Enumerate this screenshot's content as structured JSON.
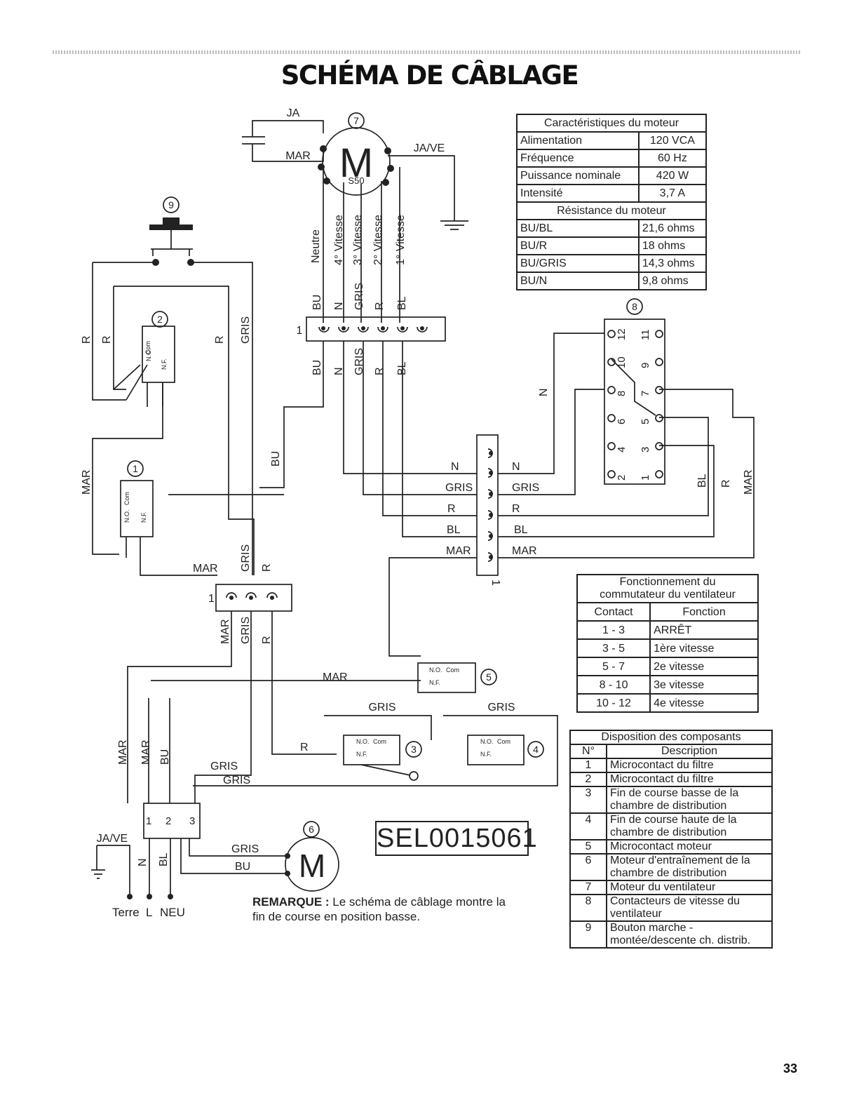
{
  "title": "SCHÉMA DE CÂBLAGE",
  "motor_specs": {
    "header": "Caractéristiques du moteur",
    "rows": [
      {
        "label": "Alimentation",
        "value": "120 VCA"
      },
      {
        "label": "Fréquence",
        "value": "60 Hz"
      },
      {
        "label": "Puissance nominale",
        "value": "420 W"
      },
      {
        "label": "Intensité",
        "value": "3,7 A"
      }
    ],
    "resistance_header": "Résistance du moteur",
    "resistance_rows": [
      {
        "label": "BU/BL",
        "value": "21,6 ohms"
      },
      {
        "label": "BU/R",
        "value": "18 ohms"
      },
      {
        "label": "BU/GRIS",
        "value": "14,3 ohms"
      },
      {
        "label": "BU/N",
        "value": "9,8 ohms"
      }
    ]
  },
  "switch_table": {
    "header_line1": "Fonctionnement du",
    "header_line2": "commutateur du ventilateur",
    "col_contact": "Contact",
    "col_function": "Fonction",
    "rows": [
      {
        "contact": "1 - 3",
        "function": "ARRÊT"
      },
      {
        "contact": "3 - 5",
        "function": "1ère vitesse"
      },
      {
        "contact": "5 - 7",
        "function": "2e vitesse"
      },
      {
        "contact": "8 - 10",
        "function": "3e vitesse"
      },
      {
        "contact": "10 - 12",
        "function": "4e vitesse"
      }
    ]
  },
  "components": {
    "header": "Disposition des composants",
    "col_no": "N°",
    "col_desc": "Description",
    "rows": [
      {
        "no": "1",
        "desc": "Microcontact du filtre"
      },
      {
        "no": "2",
        "desc": "Microcontact du filtre"
      },
      {
        "no": "3",
        "desc": "Fin de course basse de la chambre de distribution"
      },
      {
        "no": "4",
        "desc": "Fin de course haute de la chambre de distribution"
      },
      {
        "no": "5",
        "desc": "Microcontact moteur"
      },
      {
        "no": "6",
        "desc": "Moteur d'entraînement de la chambre de distribution"
      },
      {
        "no": "7",
        "desc": "Moteur du ventilateur"
      },
      {
        "no": "8",
        "desc": "Contacteurs de vitesse du ventilateur"
      },
      {
        "no": "9",
        "desc": "Bouton marche - montée/descente ch. distrib."
      }
    ]
  },
  "code": "SEL0015061",
  "note_bold": "REMARQUE :",
  "note_text": " Le schéma de câblage montre la fin de course en position basse.",
  "page_number": "33",
  "diagram_labels": {
    "ja": "JA",
    "mar": "MAR",
    "jave": "JA/VE",
    "ja_ve_ground": "JA/VE",
    "m": "M",
    "s50": "S50",
    "neutre": "Neutre",
    "v4": "4° Vitesse",
    "v3": "3° Vitesse",
    "v2": "2° Vitesse",
    "v1": "1° Vitesse",
    "bu": "BU",
    "n": "N",
    "gris": "GRIS",
    "r": "R",
    "bl": "BL",
    "one": "1",
    "no": "N.O.",
    "com": "Com",
    "nf": "N.F.",
    "terre": "Terre",
    "l": "L",
    "neu": "NEU",
    "n1": "1",
    "n2": "2",
    "n3": "3",
    "c1": "1",
    "c2": "2",
    "c3": "3",
    "c4": "4",
    "c5": "5",
    "c6": "6",
    "c7": "7",
    "c8": "8",
    "c9": "9",
    "p12": "12",
    "p11": "11",
    "p10": "10",
    "p9": "9",
    "p8": "8",
    "p7": "7",
    "p6": "6",
    "p5": "5",
    "p4": "4",
    "p3": "3",
    "p2": "2",
    "p1": "1"
  }
}
